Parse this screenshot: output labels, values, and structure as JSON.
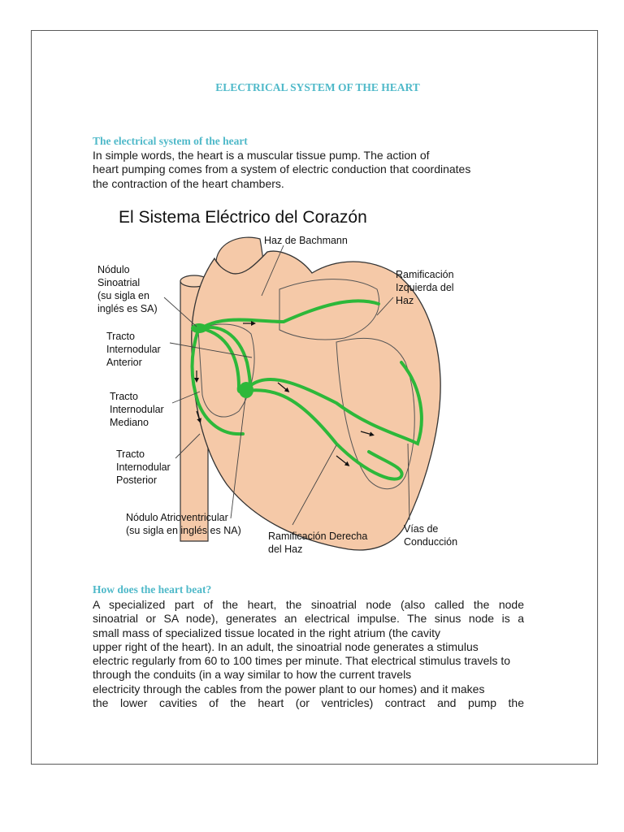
{
  "document": {
    "title": "ELECTRICAL SYSTEM OF THE HEART",
    "section1": {
      "heading": "The electrical system of the heart",
      "lines": [
        "In simple words, the heart is a muscular tissue pump. The action of",
        "heart pumping comes from a system of electric conduction that coordinates",
        "the contraction of the heart chambers."
      ]
    },
    "figure": {
      "title": "El Sistema Eléctrico del Corazón",
      "labels": {
        "bachmann": "Haz de Bachmann",
        "sa_1": "Nódulo",
        "sa_2": "Sinoatrial",
        "sa_3": "(su sigla en",
        "sa_4": "inglés es SA)",
        "ant_1": "Tracto",
        "ant_2": "Internodular",
        "ant_3": "Anterior",
        "med_1": "Tracto",
        "med_2": "Internodular",
        "med_3": "Mediano",
        "post_1": "Tracto",
        "post_2": "Internodular",
        "post_3": "Posterior",
        "av_1": "Nódulo Atrioventricular",
        "av_2": "(su sigla en inglés es NA)",
        "right_1": "Ramificación Derecha",
        "right_2": "del Haz",
        "left_1": "Ramificación",
        "left_2": "Izquierda del",
        "left_3": "Haz",
        "vias_1": "Vías de",
        "vias_2": "Conducción"
      }
    },
    "section2": {
      "heading": "How does the heart beat?",
      "lines": [
        "A specialized part of the heart, the sinoatrial node (also called the node",
        "sinoatrial or SA node), generates an electrical impulse. The sinus node is a",
        "small mass of specialized tissue located in the right atrium (the cavity",
        "upper right of the heart). In an adult, the sinoatrial node generates a stimulus",
        "electric regularly from 60 to 100 times per minute. That electrical stimulus travels to",
        "through the conduits (in a way similar to how the current travels",
        "electricity through the cables from the power plant to our homes) and it makes",
        "the lower cavities of the heart (or ventricles) contract and pump the"
      ]
    }
  }
}
